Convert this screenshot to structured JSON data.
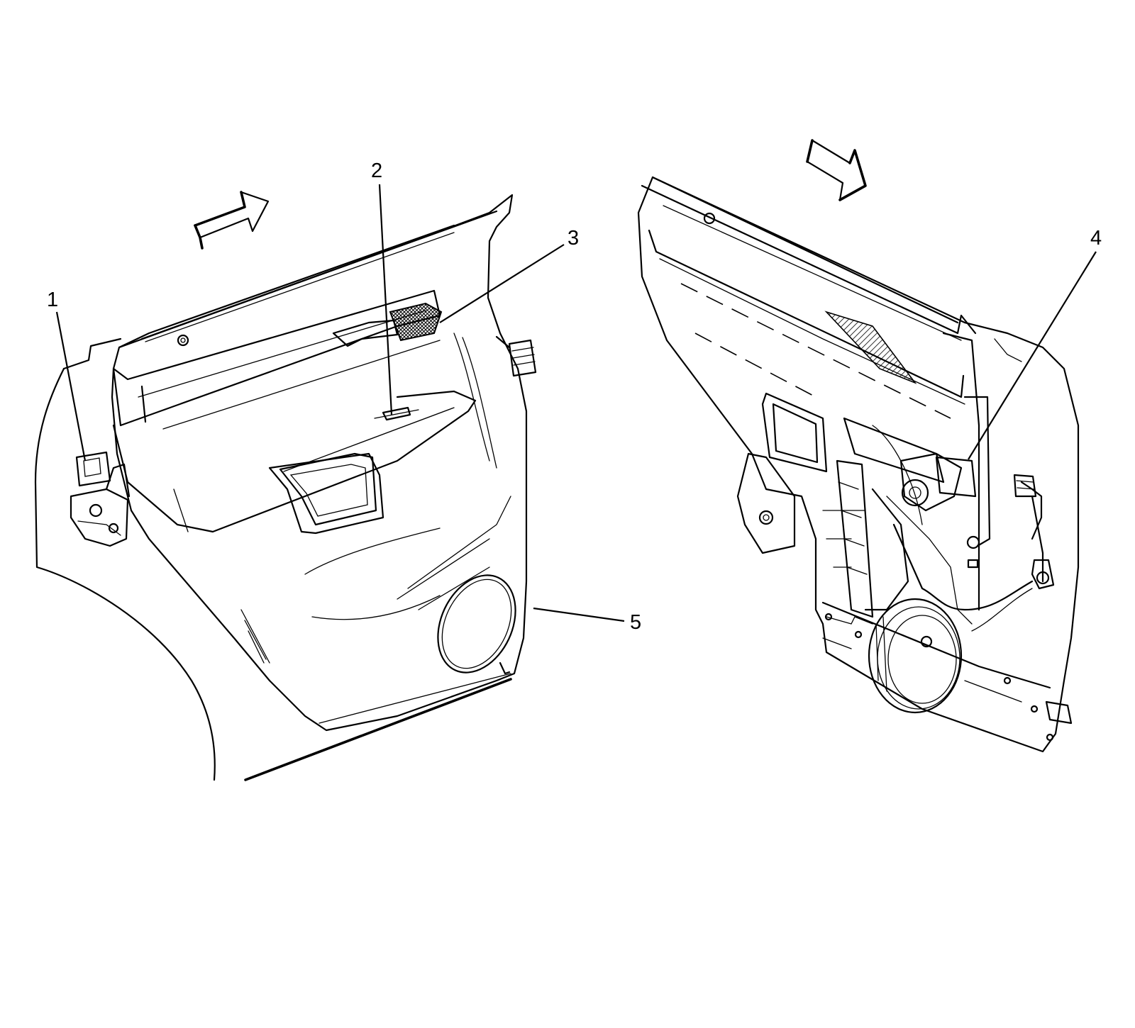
{
  "callouts": [
    {
      "id": "1",
      "label": "1"
    },
    {
      "id": "2",
      "label": "2"
    },
    {
      "id": "3",
      "label": "3"
    },
    {
      "id": "4",
      "label": "4"
    },
    {
      "id": "5",
      "label": "5"
    }
  ],
  "colors": {
    "line": "#000000",
    "background": "#ffffff",
    "hatch": "#333333"
  }
}
